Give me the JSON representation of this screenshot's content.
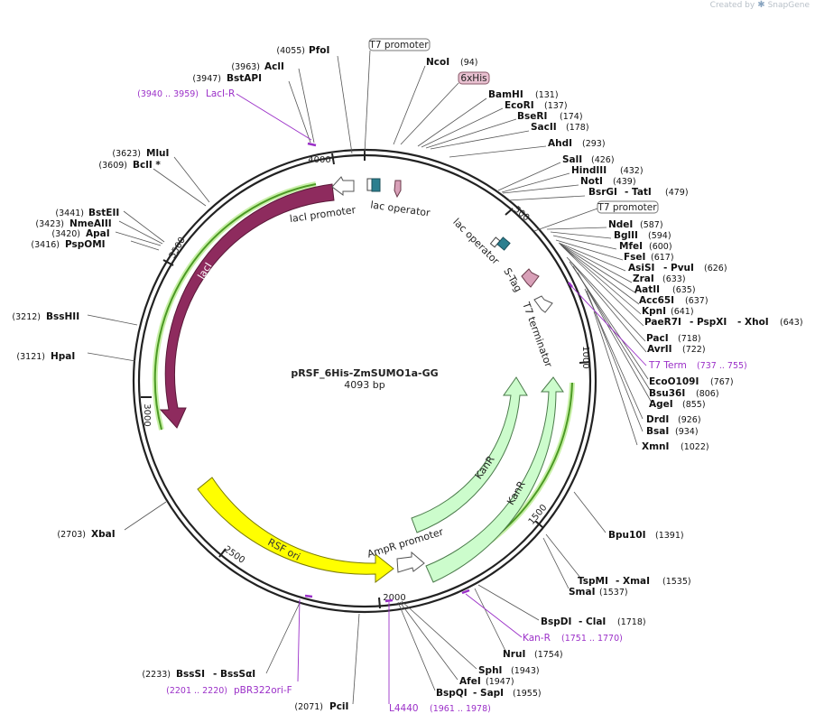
{
  "credit": {
    "prefix": "Created by",
    "brand": "SnapGene"
  },
  "plasmid": {
    "name": "pRSF_6His-ZmSUMO1a-GG",
    "length_label": "4093 bp"
  },
  "ticks": [
    "500",
    "1000",
    "1500",
    "2000",
    "2500",
    "3000",
    "3500",
    "4000"
  ],
  "feature_labels": {
    "laci": "lacI",
    "laci_promoter": "lacI promoter",
    "lac_operator_1": "lac operator",
    "lac_operator_2": "lac operator",
    "stag": "S-Tag",
    "t7_terminator": "T7 terminator",
    "kanr_1": "KanR",
    "kanr_2": "KanR",
    "ampr_promoter": "AmpR promoter",
    "rsf_ori": "RSF ori"
  },
  "boxed_labels": {
    "t7_promoter_1": "T7 promoter",
    "his6": "6xHis",
    "t7_promoter_2": "T7 promoter"
  },
  "sites": {
    "pfoi": {
      "name": "PfoI",
      "pos": "(4055)"
    },
    "acli": {
      "name": "AclI",
      "pos": "(3963)"
    },
    "bstapi": {
      "name": "BstAPI",
      "pos": "(3947)"
    },
    "laci_r": {
      "name": "LacI-R",
      "pos": "(3940 .. 3959)"
    },
    "mlui": {
      "name": "MluI",
      "pos": "(3623)"
    },
    "bcli": {
      "name": "BclI *",
      "pos": "(3609)"
    },
    "bsteii": {
      "name": "BstEII",
      "pos": "(3441)"
    },
    "nmeaiii": {
      "name": "NmeAIII",
      "pos": "(3423)"
    },
    "apai": {
      "name": "ApaI",
      "pos": "(3420)"
    },
    "psppomi": {
      "name": "PspOMI",
      "pos": "(3416)"
    },
    "bsshii": {
      "name": "BssHII",
      "pos": "(3212)"
    },
    "hpai": {
      "name": "HpaI",
      "pos": "(3121)"
    },
    "xbai": {
      "name": "XbaI",
      "pos": "(2703)"
    },
    "bsssi": {
      "name": "BssSI",
      "name2": "- BssSαI",
      "pos": "(2233)"
    },
    "pbr322": {
      "name": "pBR322ori-F",
      "pos": "(2201 .. 2220)"
    },
    "pcii": {
      "name": "PciI",
      "pos": "(2071)"
    },
    "l4440": {
      "name": "L4440",
      "pos": "(1961 .. 1978)"
    },
    "bspqi": {
      "name": "BspQI",
      "name2": "- SapI",
      "pos": "(1955)"
    },
    "afei": {
      "name": "AfeI",
      "pos": "(1947)"
    },
    "sphi": {
      "name": "SphI",
      "pos": "(1943)"
    },
    "nrui": {
      "name": "NruI",
      "pos": "(1754)"
    },
    "kan_r": {
      "name": "Kan-R",
      "pos": "(1751 .. 1770)"
    },
    "bspdi": {
      "name": "BspDI",
      "name2": "- ClaI",
      "pos": "(1718)"
    },
    "smai": {
      "name": "SmaI",
      "pos": "(1537)"
    },
    "tspmi": {
      "name": "TspMI",
      "name2": "- XmaI",
      "pos": "(1535)"
    },
    "bpu10i": {
      "name": "Bpu10I",
      "pos": "(1391)"
    },
    "xmni": {
      "name": "XmnI",
      "pos": "(1022)"
    },
    "bsai": {
      "name": "BsaI",
      "pos": "(934)"
    },
    "drdi": {
      "name": "DrdI",
      "pos": "(926)"
    },
    "agei": {
      "name": "AgeI",
      "pos": "(855)"
    },
    "bsu36i": {
      "name": "Bsu36I",
      "pos": "(806)"
    },
    "ecoo109i": {
      "name": "EcoO109I",
      "pos": "(767)"
    },
    "t7_term": {
      "name": "T7 Term",
      "pos": "(737 .. 755)"
    },
    "avrii": {
      "name": "AvrII",
      "pos": "(722)"
    },
    "paci": {
      "name": "PacI",
      "pos": "(718)"
    },
    "paer7i": {
      "name": "PaeR7I",
      "name2": "- PspXI",
      "name3": "- XhoI",
      "pos": "(643)"
    },
    "kpni": {
      "name": "KpnI",
      "pos": "(641)"
    },
    "acc65i": {
      "name": "Acc65I",
      "pos": "(637)"
    },
    "aatii": {
      "name": "AatII",
      "pos": "(635)"
    },
    "zrai": {
      "name": "ZraI",
      "pos": "(633)"
    },
    "asisi": {
      "name": "AsiSI",
      "name2": "- PvuI",
      "pos": "(626)"
    },
    "fsei": {
      "name": "FseI",
      "pos": "(617)"
    },
    "mfei": {
      "name": "MfeI",
      "pos": "(600)"
    },
    "bglii": {
      "name": "BglII",
      "pos": "(594)"
    },
    "ndei": {
      "name": "NdeI",
      "pos": "(587)"
    },
    "bsrgi": {
      "name": "BsrGI",
      "name2": "- TatI",
      "pos": "(479)"
    },
    "noti": {
      "name": "NotI",
      "pos": "(439)"
    },
    "hindiii": {
      "name": "HindIII",
      "pos": "(432)"
    },
    "sali": {
      "name": "SalI",
      "pos": "(426)"
    },
    "ahdi": {
      "name": "AhdI",
      "pos": "(293)"
    },
    "sacii": {
      "name": "SacII",
      "pos": "(178)"
    },
    "bseri": {
      "name": "BseRI",
      "pos": "(174)"
    },
    "ecori": {
      "name": "EcoRI",
      "pos": "(137)"
    },
    "bamhi": {
      "name": "BamHI",
      "pos": "(131)"
    },
    "ncoi": {
      "name": "NcoI",
      "pos": "(94)"
    }
  },
  "colors": {
    "backbone": "#222222",
    "laci": "#8e2b5e",
    "kanr": "#ccfccc",
    "rsf_ori": "#ffff00",
    "primer": "#9b30c8",
    "lac_operator": "#2c7f8f",
    "tag": "#d8a0b8"
  }
}
